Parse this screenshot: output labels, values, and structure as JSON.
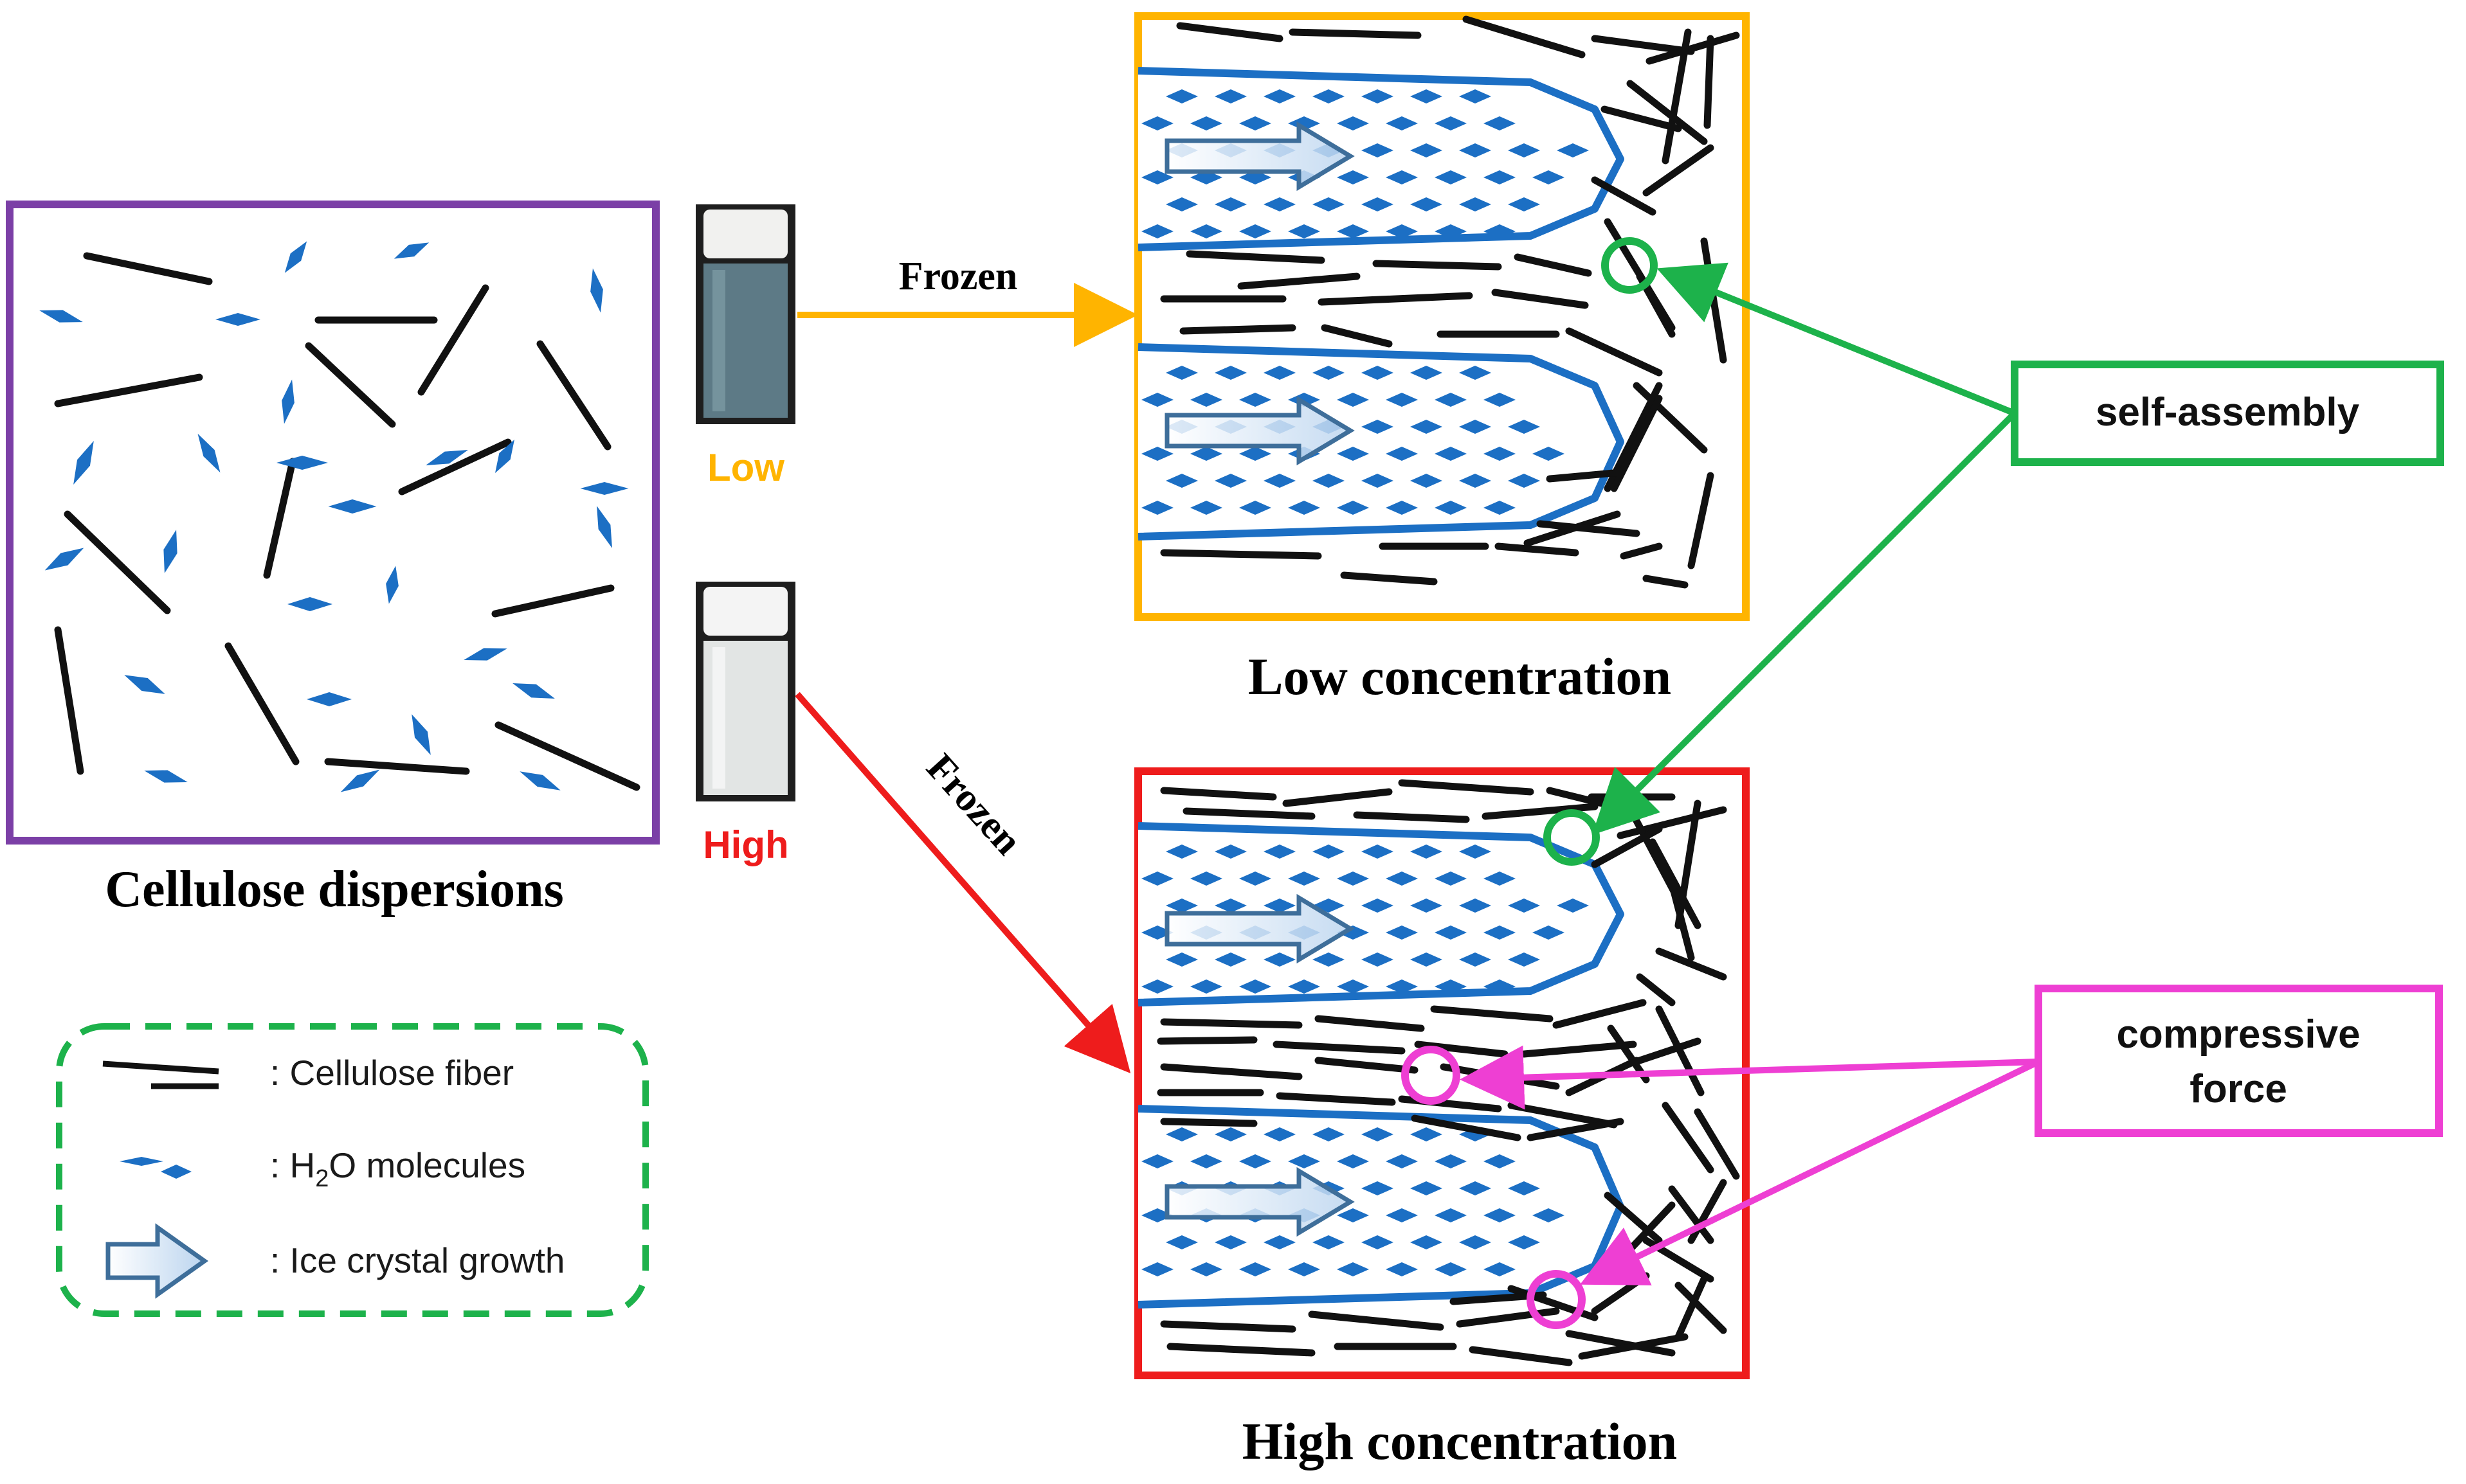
{
  "labels": {
    "dispersions": "Cellulose dispersions",
    "vial_low": "Low",
    "vial_high": "High",
    "frozen_low": "Frozen",
    "frozen_high": "Frozen",
    "low_concentration": "Low concentration",
    "high_concentration": "High concentration",
    "self_assembly": "self-assembly",
    "compressive_line1": "compressive",
    "compressive_line2": "force"
  },
  "legend": {
    "fiber": ": Cellulose fiber",
    "h2o_prefix": ": H",
    "h2o_sub": "2",
    "h2o_suffix": "O molecules",
    "ice": ": Ice crystal growth"
  },
  "colors": {
    "purple": "#7b3fa6",
    "orange": "#ffb400",
    "red": "#ee1c1c",
    "green": "#1db24b",
    "magenta": "#ee3fd3",
    "blue": "#1c6fc4",
    "fiber": "#111111"
  }
}
